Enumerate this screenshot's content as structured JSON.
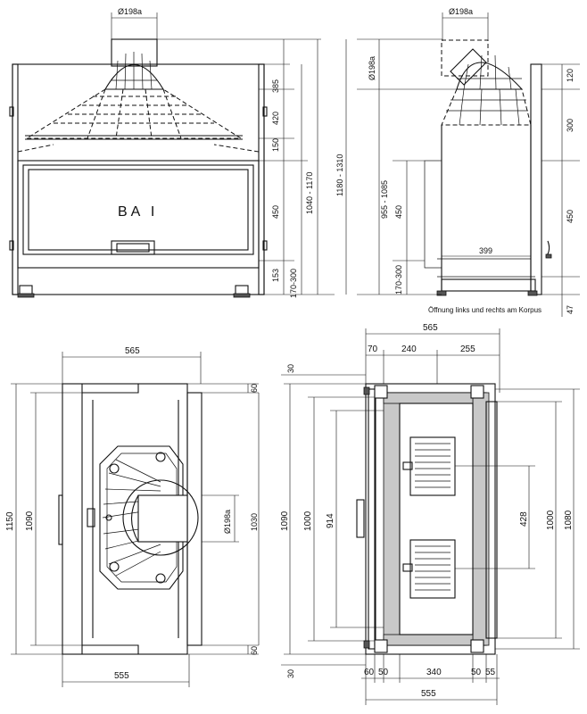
{
  "front_view": {
    "label": "BA I",
    "pipe_diameter": "Ø198a",
    "dims": {
      "d385": "385",
      "d420": "420",
      "d150": "150",
      "d450": "450",
      "d1040_1170": "1040 - 1170",
      "d1180_1310": "1180 - 1310",
      "d153": "153",
      "d170_300": "170-300"
    }
  },
  "side_view": {
    "pipe_diameter_top": "Ø198a",
    "pipe_diameter_side": "Ø198a",
    "dims": {
      "d955_1085": "955 - 1085",
      "d450": "450",
      "d170_300": "170-300",
      "d399": "399",
      "d120": "120",
      "d300": "300",
      "d450_right": "450",
      "d47": "47"
    },
    "note": "Öffnung links und rechts am Korpus"
  },
  "top_view": {
    "pipe_diameter": "Ø198a",
    "dims": {
      "d565": "565",
      "d555": "555",
      "d1150": "1150",
      "d1090": "1090",
      "d1030": "1030",
      "d60_top": "60",
      "d60_bottom": "60"
    }
  },
  "section_view": {
    "dims": {
      "d565": "565",
      "d70": "70",
      "d240": "240",
      "d255": "255",
      "d30_top": "30",
      "d30_bottom": "30",
      "d1090": "1090",
      "d1000_left": "1000",
      "d914": "914",
      "d428": "428",
      "d1000_right": "1000",
      "d1080": "1080",
      "d60": "60",
      "d50a": "50",
      "d340": "340",
      "d50b": "50",
      "d55": "55",
      "d555": "555"
    }
  }
}
